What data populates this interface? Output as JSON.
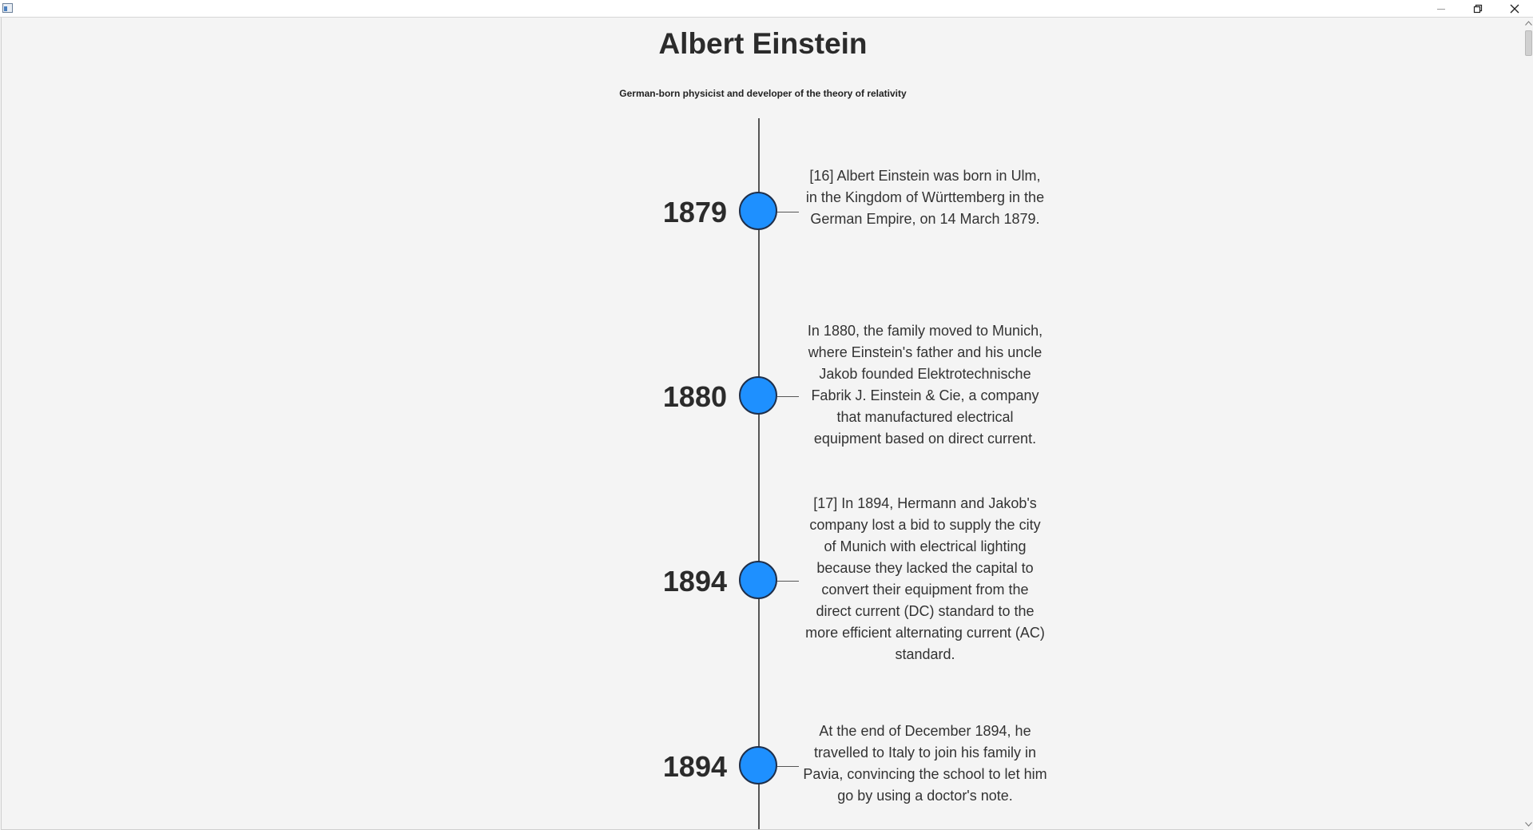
{
  "window": {
    "controls": {
      "minimize": "minimize-icon",
      "restore": "restore-icon",
      "close": "close-icon"
    }
  },
  "page": {
    "title": "Albert Einstein",
    "subtitle": "German-born physicist and developer of the theory of relativity"
  },
  "timeline": {
    "accent_color": "#1e90ff",
    "events": [
      {
        "year": "1879",
        "text": "[16] Albert Einstein was born in Ulm, in the Kingdom of Württemberg in the German Empire, on 14 March 1879."
      },
      {
        "year": "1880",
        "text": "In 1880, the family moved to Munich, where Einstein's father and his uncle Jakob founded Elektrotechnische Fabrik J. Einstein & Cie, a company that manufactured electrical equipment based on direct current."
      },
      {
        "year": "1894",
        "text": "[17] In 1894, Hermann and Jakob's company lost a bid to supply the city of Munich with electrical lighting because they lacked the capital to convert their equipment from the direct current (DC) standard to the more efficient alternating current (AC) standard."
      },
      {
        "year": "1894",
        "text": "At the end of December 1894, he travelled to Italy to join his family in Pavia, convincing the school to let him go by using a doctor's note."
      }
    ]
  }
}
